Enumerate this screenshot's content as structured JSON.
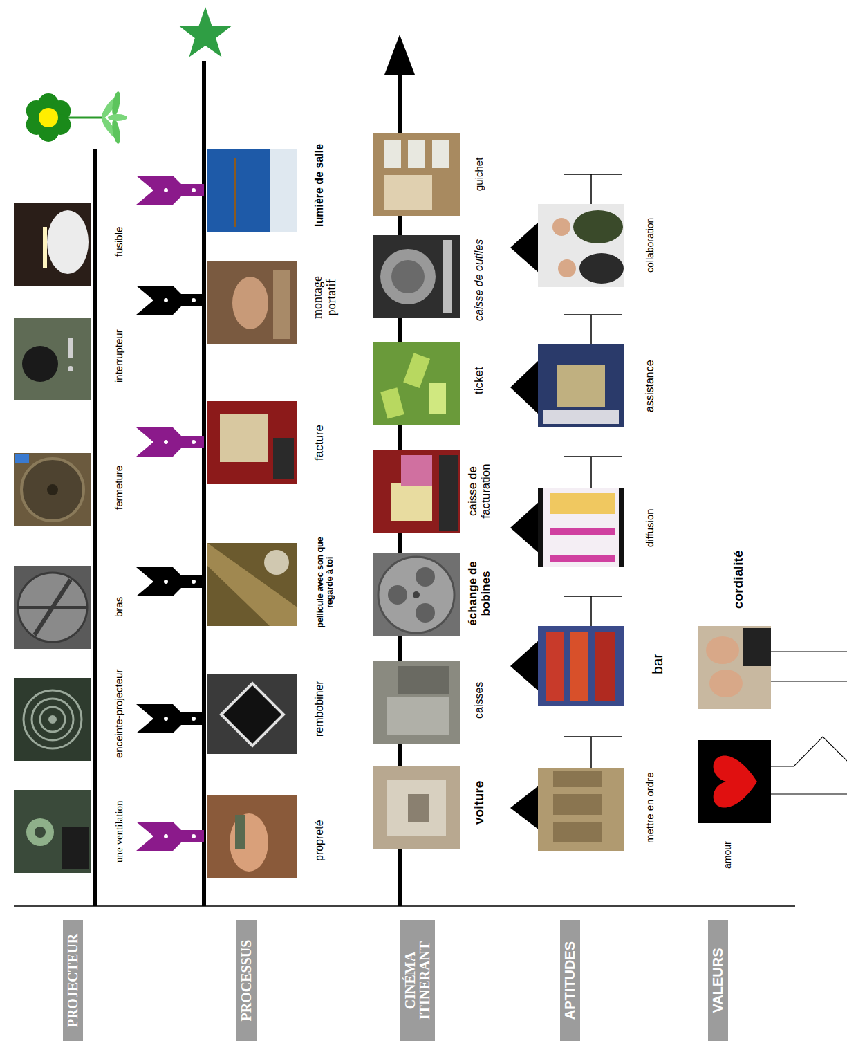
{
  "diagram": {
    "nodes": [
      {
        "text": [
          "PROJECTEUR"
        ]
      },
      {
        "text": [
          "PROCESSUS"
        ]
      },
      {
        "text": [
          "CINÉMA ITINERANT"
        ]
      },
      {
        "text": [
          "APTITUDES"
        ]
      },
      {
        "text": [
          "VALEURS"
        ]
      }
    ],
    "labels": [
      "une ventilation",
      "enceinte-projecteur",
      "bras",
      "fermeture",
      "interrupteur",
      "fusible",
      "propreté",
      "rembobiner",
      "pellicule avec son que regarde à toi",
      "facture",
      "montage portatif",
      "lumière de salle",
      "voiture",
      "caisses",
      "échange de bobines",
      "caisse de facturation",
      "ticket",
      "caisse de outiles",
      "guichet",
      "mettre en ordre",
      "bar",
      "diffusion",
      "assistance",
      "collaboration",
      "amour",
      "cordialité"
    ]
  }
}
